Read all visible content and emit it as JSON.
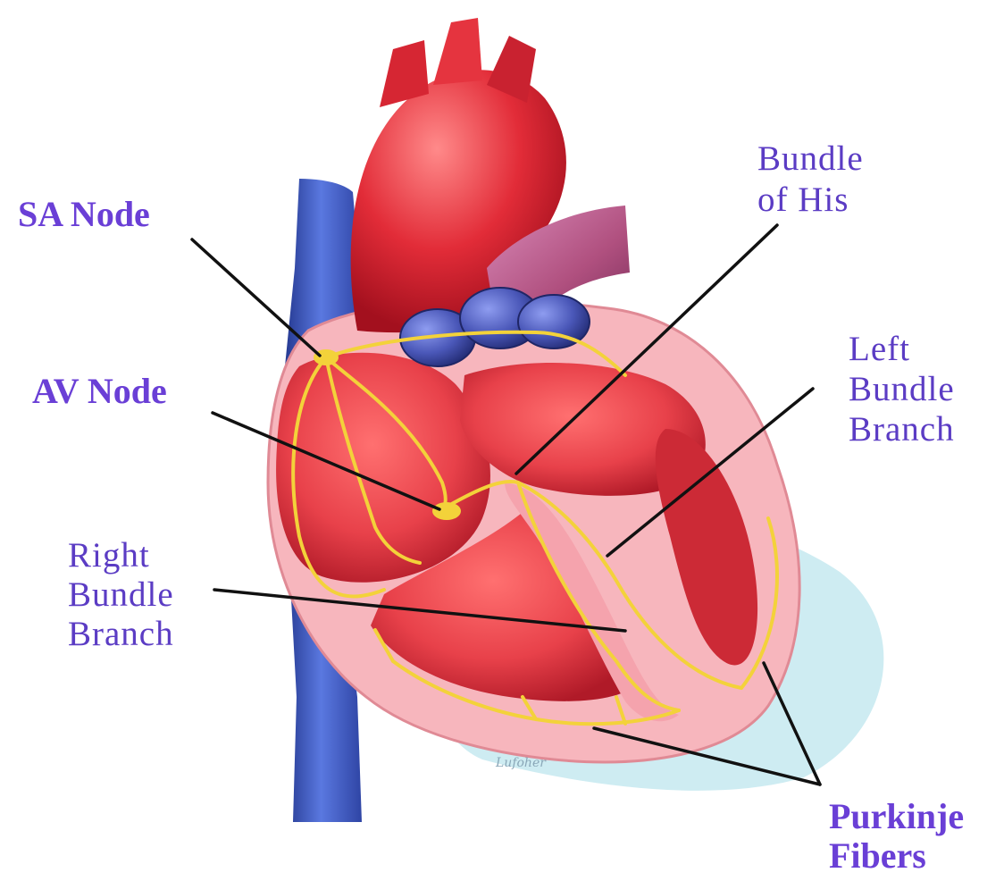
{
  "diagram": {
    "labels": {
      "sa_node": [
        "SA Node"
      ],
      "av_node": [
        "AV Node"
      ],
      "bundle_of_his": [
        "Bundle",
        "of His"
      ],
      "left_bundle_branch": [
        "Left",
        "Bundle",
        "Branch"
      ],
      "right_bundle_branch": [
        "Right",
        "Bundle",
        "Branch"
      ],
      "purkinje_fibers": [
        "Purkinje",
        "Fibers"
      ]
    },
    "colors": {
      "label_bold": "#6a3fd6",
      "label_regular": "#5b3cc4",
      "myocardium": "#e8414a",
      "pericardium": "#f5a3ad",
      "aorta": "#e0303c",
      "pulmonary_artery": "#c05a8e",
      "valves": "#4a57b8",
      "vena_cava": "#3a56c8",
      "conduction": "#f3d23a",
      "shadow": "#bfe6ee",
      "leader": "#111111"
    },
    "illustration_signature": "Lufoher"
  }
}
